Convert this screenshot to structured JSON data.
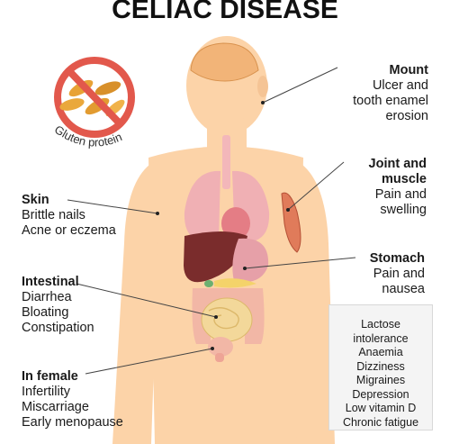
{
  "title": "CELIAC DISEASE",
  "gluten": {
    "label": "Gluten protein",
    "icon": "no-gluten-icon"
  },
  "labels": {
    "mount": {
      "heading": "Mount",
      "lines": [
        "Ulcer and",
        "tooth enamel",
        "erosion"
      ]
    },
    "joint": {
      "heading_lines": [
        "Joint and",
        "muscle"
      ],
      "lines": [
        "Pain and",
        "swelling"
      ]
    },
    "stomach": {
      "heading": "Stomach",
      "lines": [
        "Pain and",
        "nausea"
      ]
    },
    "skin": {
      "heading": "Skin",
      "lines": [
        "Brittle nails",
        "Acne or eczema"
      ]
    },
    "intestinal": {
      "heading": "Intestinal",
      "lines": [
        "Diarrhea",
        "Bloating",
        "Constipation"
      ]
    },
    "female": {
      "heading": "In female",
      "lines": [
        "Infertility",
        "Miscarriage",
        "Early menopause"
      ]
    }
  },
  "other_symptoms": [
    "Lactose",
    "intolerance",
    "Anaemia",
    "Dizziness",
    "Migraines",
    "Depression",
    "Low vitamin D",
    "Chronic fatigue"
  ],
  "colors": {
    "skin": "#fcd3a8",
    "lung": "#f0b0b4",
    "liver": "#7a2c2c",
    "stomach": "#e6a0a8",
    "intestine": "#f3d89a",
    "no_sign": "#e2584c"
  }
}
